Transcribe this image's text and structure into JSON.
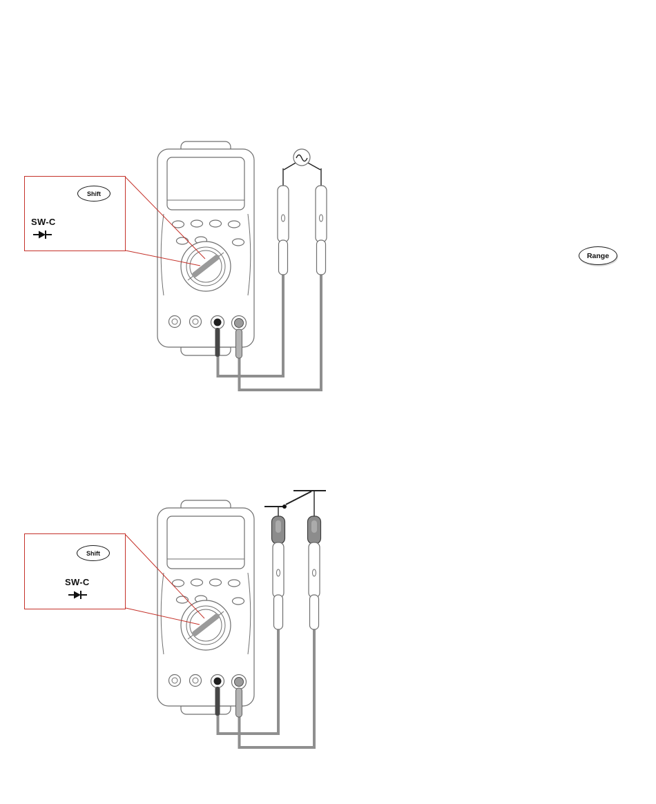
{
  "colors": {
    "callout_red": "#c43028",
    "lead_gray": "#8f8f8f",
    "line_gray": "#6e6e6e",
    "line_dark": "#1f1f1f"
  },
  "top_figure": {
    "shift_label": "Shift",
    "function_label": "SW-C",
    "function_icon": "diode-icon",
    "range_label": "Range",
    "probe_connection_icon": "source-icon"
  },
  "bottom_figure": {
    "shift_label": "Shift",
    "function_label": "SW-C",
    "function_icon": "diode-icon",
    "probe_connection_icon": "switch-icon"
  }
}
